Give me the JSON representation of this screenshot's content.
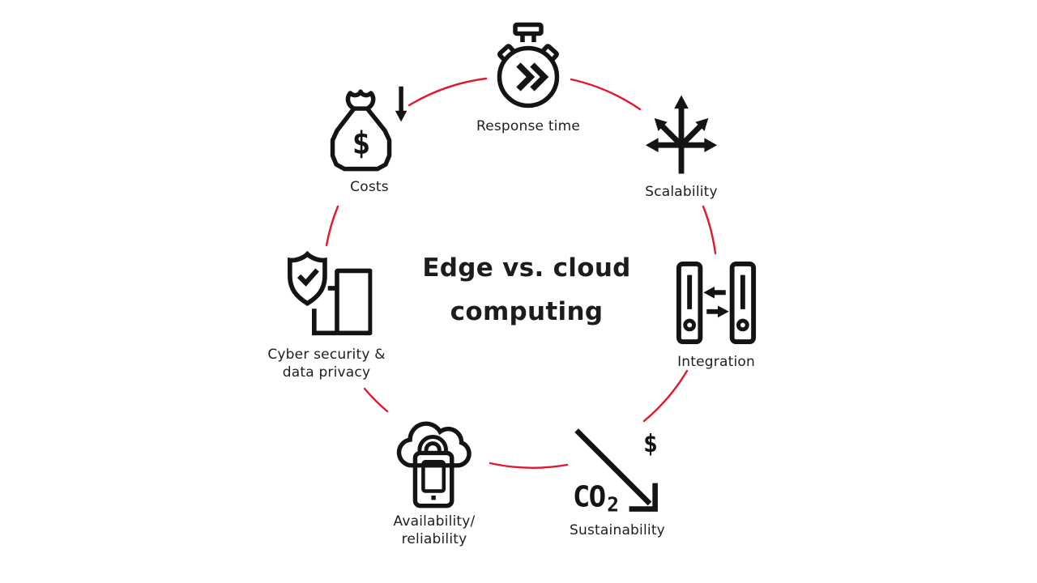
{
  "title": {
    "line1": "Edge vs. cloud",
    "line2": "computing"
  },
  "nodes": {
    "response_time": {
      "label": "Response time"
    },
    "scalability": {
      "label": "Scalability"
    },
    "integration": {
      "label": "Integration"
    },
    "sustainability": {
      "label": "Sustainability",
      "dollar": "$",
      "co2": "CO",
      "co2_sub": "2"
    },
    "availability": {
      "label_line1": "Availability/",
      "label_line2": "reliability"
    },
    "cyber_security": {
      "label_line1": "Cyber security &",
      "label_line2": "data privacy"
    },
    "costs": {
      "label": "Costs",
      "dollar": "$"
    }
  },
  "colors": {
    "background": "#ffffff",
    "ink": "#141414",
    "accent_red": "#e2182d"
  }
}
